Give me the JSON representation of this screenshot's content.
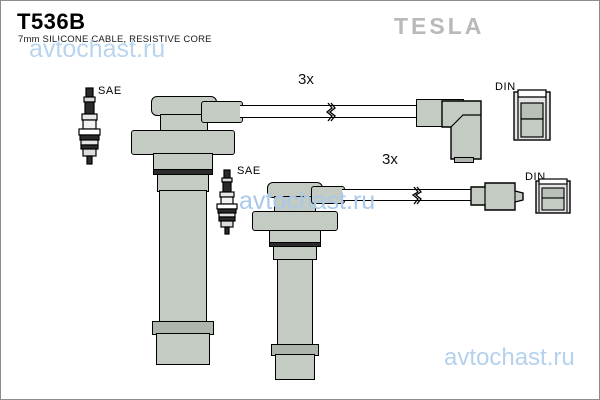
{
  "document": {
    "part_number": "T536B",
    "subtitle": "7mm SILICONE CABLE, RESISTIVE CORE",
    "brand": "TESLA"
  },
  "watermarks": {
    "top": "avtochast.ru",
    "middle": "avtochast.ru",
    "bottom": "avtochast.ru"
  },
  "assemblies": [
    {
      "id": "upper-cable-set",
      "quantity_label": "3x",
      "plug_end_label": "SAE",
      "coil_end_label": "DIN",
      "plug_end_type": "long-straight-spark-plug-boot",
      "coil_end_type": "right-angle-din-boot"
    },
    {
      "id": "lower-cable-set",
      "quantity_label": "3x",
      "plug_end_label": "SAE",
      "coil_end_label": "DIN",
      "plug_end_type": "short-straight-spark-plug-boot",
      "coil_end_type": "straight-din-boot"
    }
  ],
  "legend": {
    "spark_plug_icon_upper": "spark-plug",
    "spark_plug_icon_lower": "spark-plug",
    "din_socket_icon_upper": "din-socket",
    "din_socket_icon_lower": "din-socket"
  },
  "colors": {
    "body_fill": "#c4cbc3",
    "body_shade": "#aeb5ac",
    "outline": "#000000",
    "brand_gray": "#b9b9b9",
    "watermark_blue": "#b9d4ef",
    "sheet_border": "#8d8d8d"
  }
}
